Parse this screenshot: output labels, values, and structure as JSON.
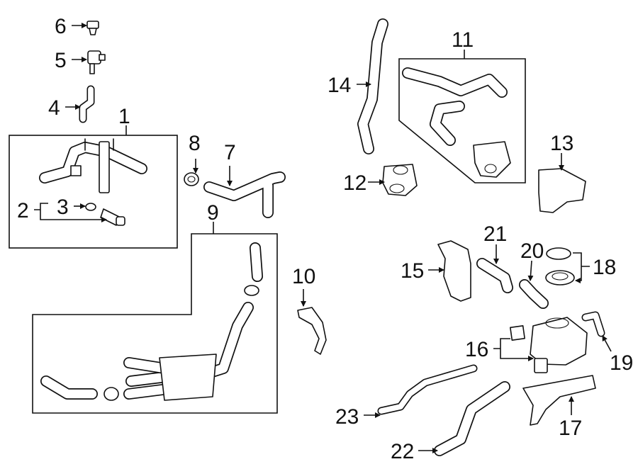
{
  "callouts": {
    "c1": "1",
    "c2": "2",
    "c3": "3",
    "c4": "4",
    "c5": "5",
    "c6": "6",
    "c7": "7",
    "c8": "8",
    "c9": "9",
    "c10": "10",
    "c11": "11",
    "c12": "12",
    "c13": "13",
    "c14": "14",
    "c15": "15",
    "c16": "16",
    "c17": "17",
    "c18": "18",
    "c19": "19",
    "c20": "20",
    "c21": "21",
    "c22": "22",
    "c23": "23"
  },
  "colors": {
    "ink": "#111111",
    "paper": "#ffffff"
  }
}
